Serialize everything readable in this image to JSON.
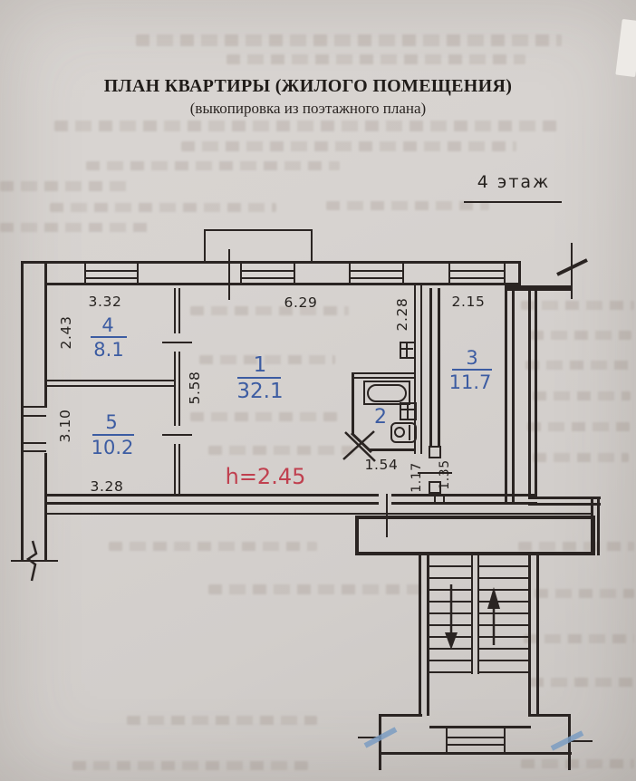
{
  "header": {
    "title": "ПЛАН КВАРТИРЫ (ЖИЛОГО ПОМЕЩЕНИЯ)",
    "subtitle": "(выкопировка из поэтажного плана)",
    "floor_label": "4 этаж"
  },
  "height_label": "h=2.45",
  "rooms": [
    {
      "number": "1",
      "area": "32.1"
    },
    {
      "number": "2"
    },
    {
      "number": "3",
      "area": "11.7"
    },
    {
      "number": "4",
      "area": "8.1"
    },
    {
      "number": "5",
      "area": "10.2"
    }
  ],
  "dims": {
    "room4_top": "3.32",
    "room4_side": "2.43",
    "room5_side": "3.10",
    "room5_bottom": "3.28",
    "room1_top": "6.29",
    "room1_side": "5.58",
    "shaft_side": "2.28",
    "bath_bottom": "1.54",
    "hall_side": "1.17",
    "closet_side": "1.35",
    "room3_top": "2.15"
  },
  "colors": {
    "paper": "#d6d2cf",
    "ink": "#2a2422",
    "room_label_blue": "#3c5ca2",
    "height_red": "#c0404f",
    "break_mark_blue": "#7c9dc2"
  }
}
